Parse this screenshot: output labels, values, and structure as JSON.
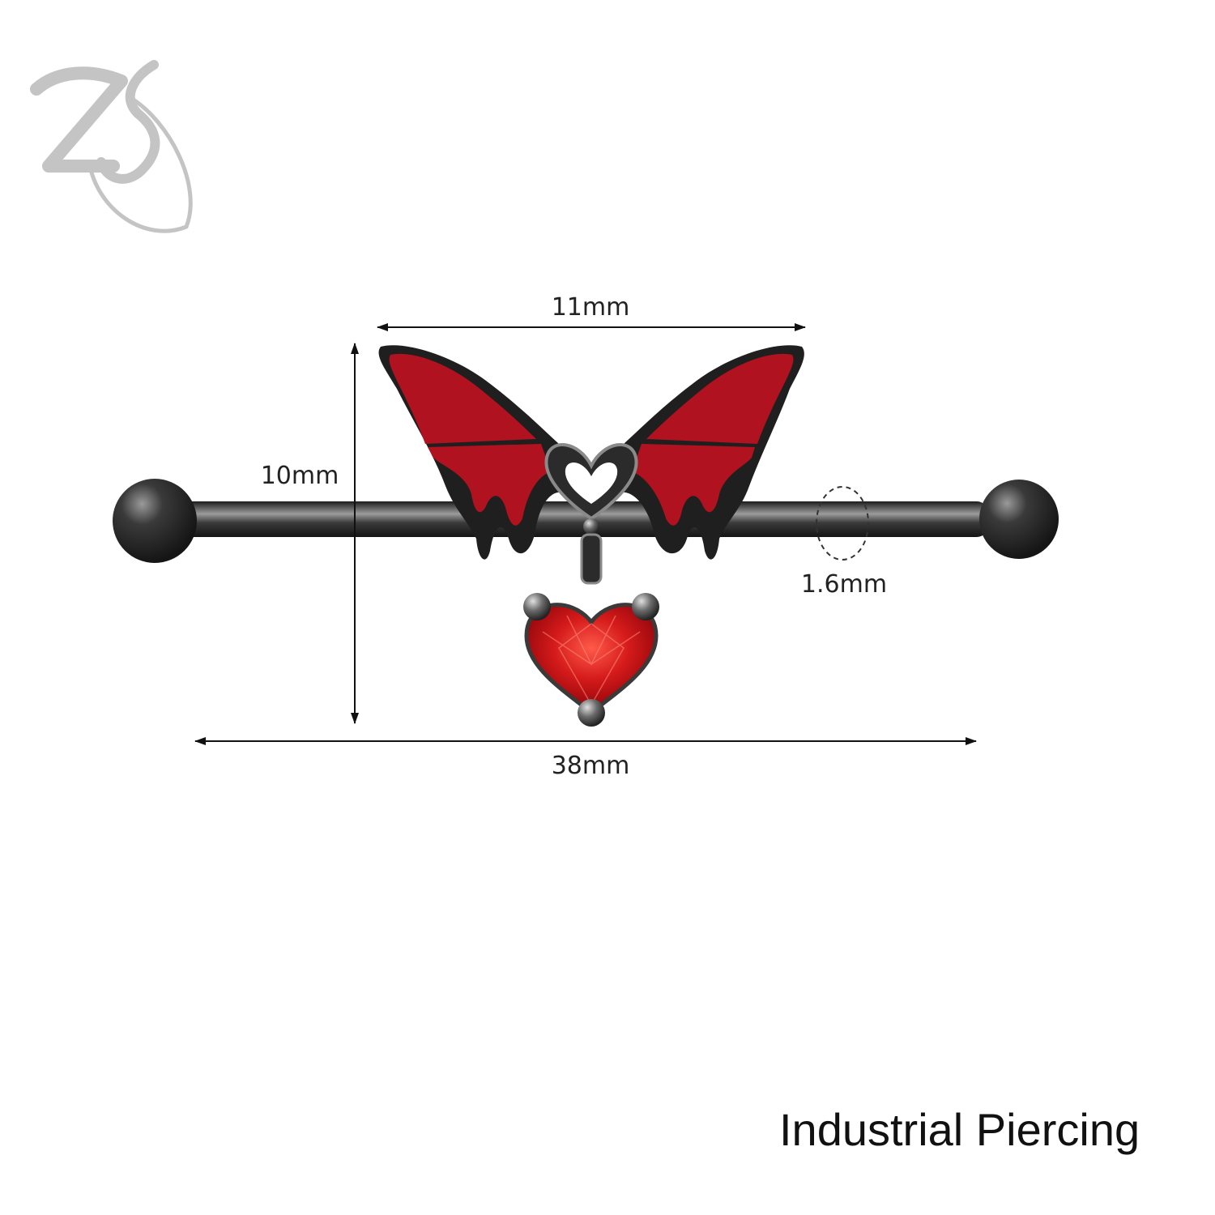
{
  "logo": {
    "text": "ZS",
    "icon": "zs-brand-logo"
  },
  "dimensions": {
    "wing_span": "11mm",
    "height": "10mm",
    "gauge": "1.6mm",
    "bar_length": "38mm"
  },
  "product": {
    "caption": "Industrial Piercing",
    "parts": [
      "barbell-bar",
      "ball-end",
      "bat-wing",
      "heart-charm",
      "red-heart-gem"
    ]
  },
  "colors": {
    "metal_dark": "#2b2b2b",
    "metal_highlight": "#8a8a8a",
    "enamel_red": "#b0121f",
    "gem_red": "#c8141c",
    "arrow": "#111111",
    "logo_gray": "#c4c4c4"
  }
}
